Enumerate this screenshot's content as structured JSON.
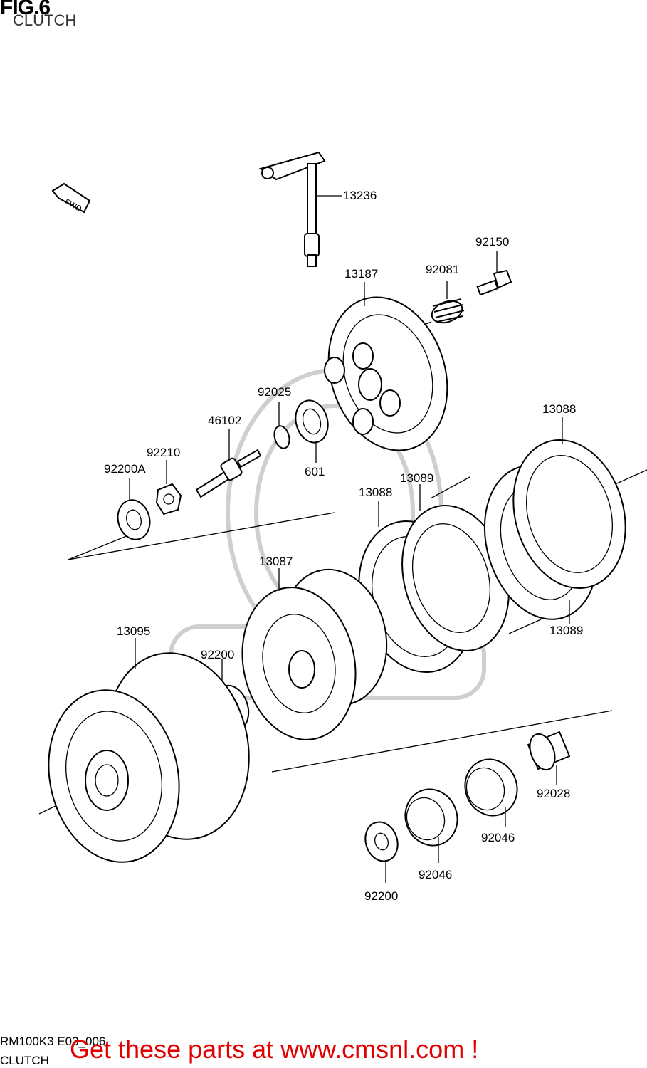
{
  "figure": {
    "title": "FIG.6",
    "subtitle": "CLUTCH"
  },
  "fwd_label": "FWD",
  "parts": {
    "p13236": "13236",
    "p92150": "92150",
    "p92081": "92081",
    "p13187": "13187",
    "p92025": "92025",
    "p46102": "46102",
    "p92210": "92210",
    "p92200A": "92200A",
    "p601": "601",
    "p13088a": "13088",
    "p13089a": "13089",
    "p13088b": "13088",
    "p13087": "13087",
    "p13089b": "13089",
    "p13095": "13095",
    "p92200a": "92200",
    "p92028": "92028",
    "p92046a": "92046",
    "p92046b": "92046",
    "p92200b": "92200"
  },
  "footer": {
    "ref_code": "RM100K3 E03_006",
    "ref_title": "CLUTCH",
    "promo": "Get these parts at www.cmsnl.com !"
  }
}
